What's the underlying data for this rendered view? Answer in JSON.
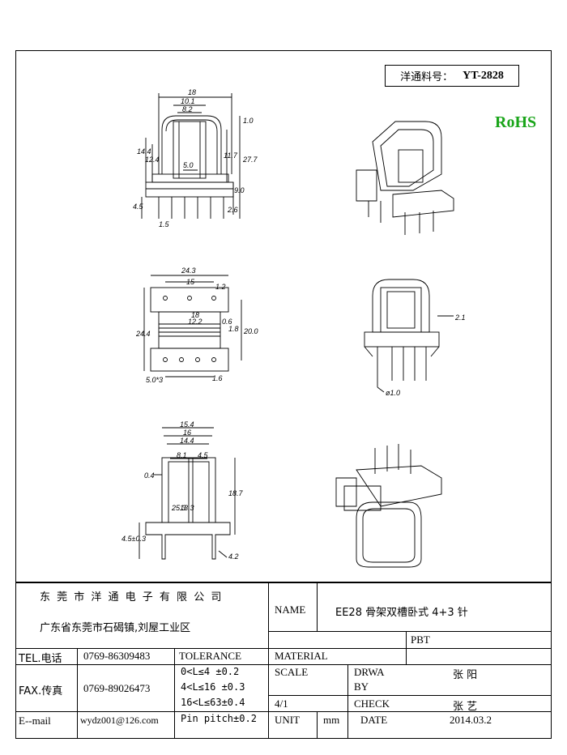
{
  "part_number": {
    "label": "洋通料号：",
    "value": "YT-2828"
  },
  "rohs": "RoHS",
  "dims": {
    "front": [
      "18",
      "10.1",
      "8.2",
      "1.0",
      "14.4",
      "12.4",
      "11.7",
      "27.7",
      "5.0",
      "9.0",
      "2.6",
      "4.5",
      "1.5"
    ],
    "top": [
      "24.3",
      "15",
      "1.2",
      "24.4",
      "18",
      "12.2",
      "0.6",
      "1.8",
      "20.0",
      "5.0*3",
      "1.6"
    ],
    "side_r": [
      "2.1",
      "ø1.0"
    ],
    "side_l": [
      "15.4",
      "16",
      "14.4",
      "8.1",
      "4.5",
      "0.4",
      "25.3",
      "13.3",
      "18.7",
      "4.5±0.3",
      "4.2"
    ]
  },
  "company": {
    "name": "东 莞 市 洋 通 电 子 有 限 公 司",
    "address": "广东省东莞市石碣镇,刘屋工业区"
  },
  "name_label": "NAME",
  "name_value": "EE28 骨架双槽卧式 4+3 针",
  "tel_label": "TEL.电话",
  "tel_value": "0769-86309483",
  "fax_label": "FAX.传真",
  "fax_value": "0769-89026473",
  "email_label": "E--mail",
  "email_value": "wydz001@126.com",
  "tolerance_label": "TOLERANCE",
  "tolerance_lines": [
    "0<L≤4   ±0.2",
    "4<L≤16  ±0.3",
    "16<L≤63±0.4",
    "Pin pitch±0.2"
  ],
  "material_label": "MATERIAL",
  "material_value": "PBT",
  "scale_label": "SCALE",
  "scale_value": "4/1",
  "drawn_label_1": "DRWA",
  "drawn_label_2": "BY",
  "drawn_value": "张 阳",
  "check_label": "CHECK",
  "check_value": "张 艺",
  "unit_label": "UNIT",
  "unit_value": "mm",
  "date_label": "DATE",
  "date_value": "2014.03.2"
}
